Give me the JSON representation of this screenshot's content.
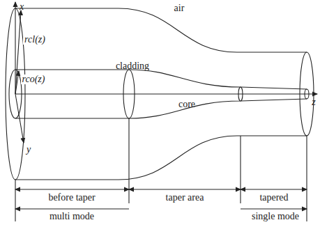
{
  "diagram": {
    "labels": [
      "x",
      "y",
      "z",
      "air",
      "cladding",
      "core",
      "rcl(z)",
      "rco(z)",
      "before taper",
      "taper area",
      "tapered",
      "multi mode",
      "single mode"
    ]
  }
}
